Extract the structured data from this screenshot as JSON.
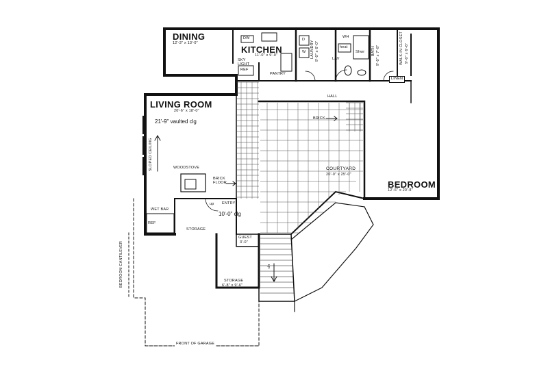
{
  "rooms": {
    "dining": {
      "name": "DINING",
      "dim": "12'-3\" x 13'-0\""
    },
    "kitchen": {
      "name": "KITCHEN",
      "dim": "11'-0\" x 9'-0\""
    },
    "living": {
      "name": "LIVING ROOM",
      "dim": "20'-6\" x 18'-0\"",
      "note": "21'-9\" vaulted clg"
    },
    "laundry": {
      "name": "LAUNDRY",
      "dim": "9'-0\" x 6'-0\""
    },
    "bath": {
      "name": "BATH",
      "dim": "9'-0\" x 7'-8\""
    },
    "closet": {
      "name": "WALK-IN CLOSET",
      "dim": "9'-0\" x 6'-6\""
    },
    "courtyard": {
      "name": "COURTYARD",
      "dim": "20'-0\" x 25'-0\""
    },
    "bedroom": {
      "name": "BEDROOM",
      "dim": "12'-6\" x 20'-8\""
    },
    "storage_upper": {
      "name": "STORAGE"
    },
    "storage_lower": {
      "name": "STORAGE",
      "dim": "6'-8\" x 9'-6\""
    },
    "guest": {
      "name": "GUEST",
      "dim": "3'-0\""
    }
  },
  "labels": {
    "dw": "DW",
    "skylight": "SKY LIGHT",
    "ref": "REF",
    "pantry": "PANTRY",
    "d": "D",
    "w": "W",
    "wh": "WH",
    "heat": "heat",
    "shwr": "Shwr",
    "lav": "LAV",
    "linen": "LINEN",
    "hall": "HALL",
    "brick": "BRICK",
    "sloped_ceiling": "SLOPED CEILING",
    "woodstove": "WOODSTOVE",
    "brick_floor": "BRICK FLOOR",
    "wet_bar": "WET BAR",
    "ref_bar": "REF",
    "up": "up",
    "entry": "ENTRY",
    "entry_clg": "10'-0\" clg",
    "dn": "dn",
    "bedroom_cantilever": "BEDROOM CANTILEVER",
    "front_of_garage": "FRONT OF GARAGE"
  },
  "colors": {
    "ink": "#111111",
    "paper": "#ffffff"
  }
}
